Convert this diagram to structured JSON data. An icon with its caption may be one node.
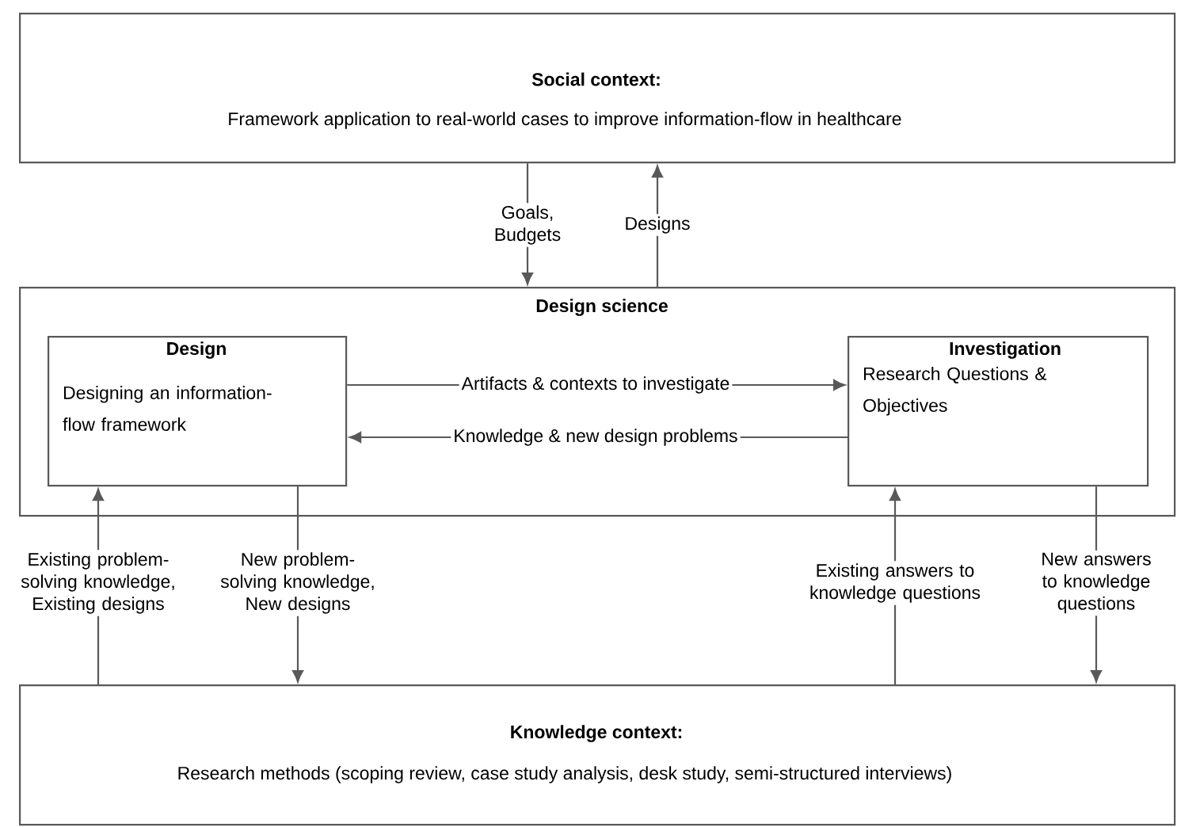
{
  "diagram": {
    "nodes": [
      {
        "text": [
          "Social context:",
          "Framework application to real-world cases to improve information-flow in healthcare"
        ]
      },
      {
        "text": [
          "Design science"
        ]
      },
      {
        "text": [
          "Design",
          "Designing an information-flow framework"
        ],
        "in": 1
      },
      {
        "text": [
          "Investigation",
          "Research Questions & Objectives"
        ],
        "in": 1
      },
      {
        "text": [
          "Knowledge context:",
          "Research methods (scoping review, case study analysis, desk study, semi-structured interviews)"
        ]
      }
    ],
    "edges": [
      {
        "from": 0,
        "to": 1,
        "arrow": "to",
        "label": "Goals, Budgets"
      },
      {
        "from": 1,
        "to": 0,
        "arrow": "to",
        "label": "Designs"
      },
      {
        "from": 2,
        "to": 3,
        "arrow": "to",
        "label": "Artifacts & contexts to investigate"
      },
      {
        "from": 3,
        "to": 2,
        "arrow": "to",
        "label": "Knowledge & new design problems"
      },
      {
        "from": 4,
        "to": 2,
        "arrow": "to",
        "label": "Existing problem-solving knowledge, Existing designs"
      },
      {
        "from": 2,
        "to": 4,
        "arrow": "to",
        "label": "New problem-solving knowledge, New designs"
      },
      {
        "from": 4,
        "to": 3,
        "arrow": "to",
        "label": "Existing answers to knowledge questions"
      },
      {
        "from": 3,
        "to": 4,
        "arrow": "to",
        "label": "New answers to knowledge questions"
      }
    ]
  }
}
